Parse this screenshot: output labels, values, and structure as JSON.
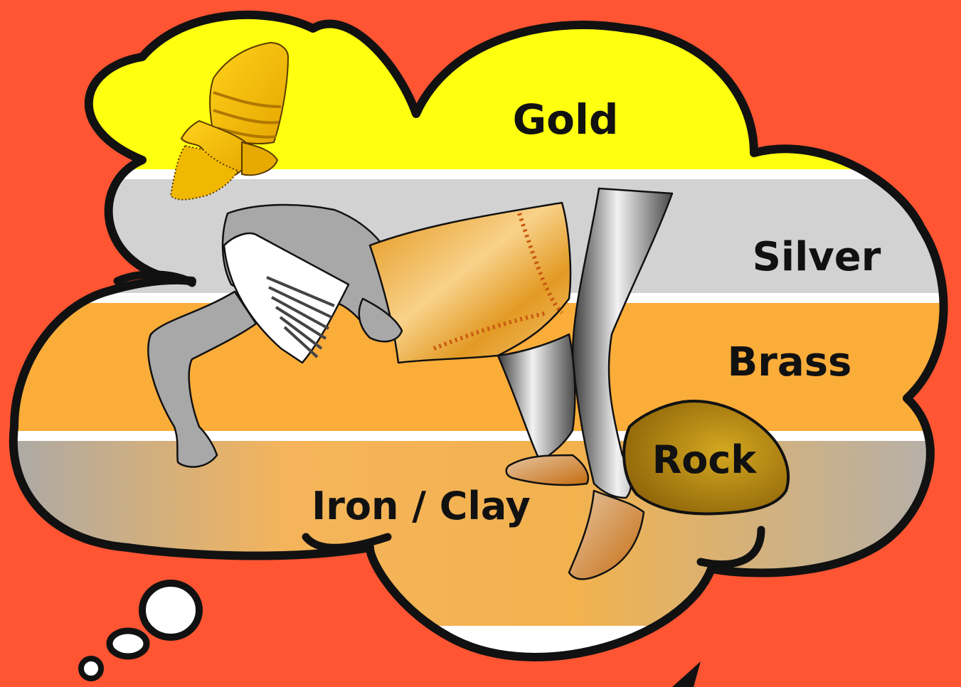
{
  "labels": {
    "gold": "Gold",
    "silver": "Silver",
    "brass": "Brass",
    "iron_clay": "Iron / Clay",
    "rock": "Rock"
  },
  "colors": {
    "background": "#ff5533",
    "gold_band": "#ffff10",
    "silver_band": "#d2d2d2",
    "brass_band": "#fbad3a",
    "iron_clay_band": "#b8b8b8",
    "rock": "#b07c12",
    "outline": "#111111",
    "figure_gray": "#a8a8a8",
    "figure_white": "#ffffff",
    "head_gold": "#f5c400"
  }
}
